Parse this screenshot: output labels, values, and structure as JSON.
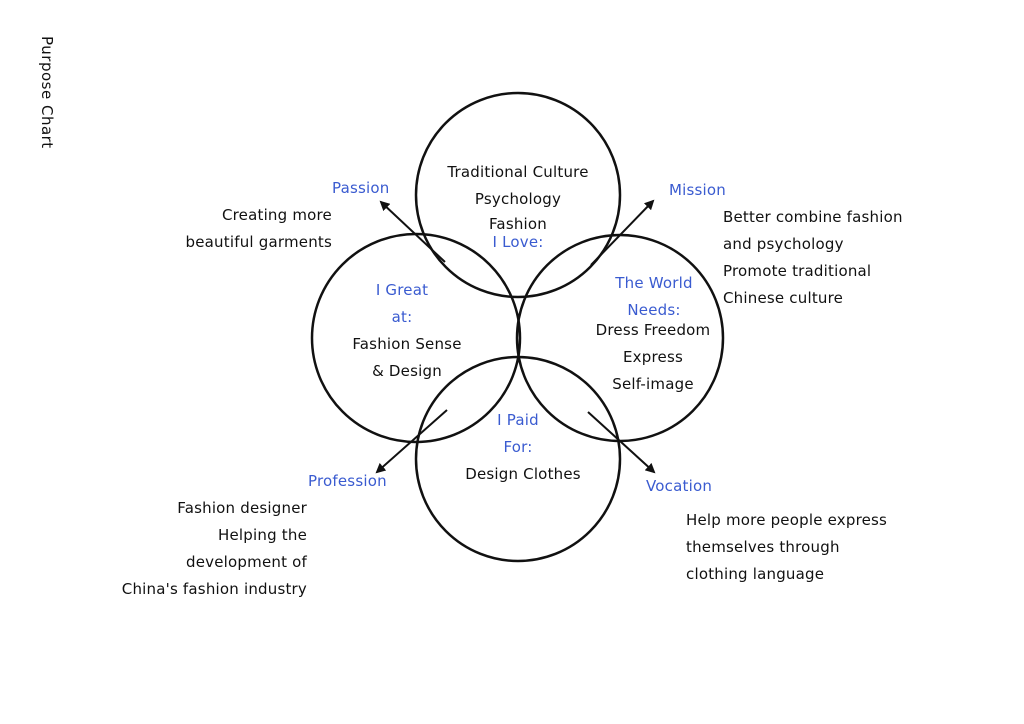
{
  "page_title": "Purpose Chart",
  "circles": {
    "love": {
      "header": "I Love:",
      "lines": [
        "Traditional Culture",
        "Psychology",
        "Fashion"
      ]
    },
    "great": {
      "header_lines": [
        "I Great",
        "at:"
      ],
      "lines": [
        "Fashion Sense",
        "& Design"
      ]
    },
    "needs": {
      "header_lines": [
        "The World",
        "Needs:"
      ],
      "lines": [
        "Dress Freedom",
        "Express",
        "Self-image"
      ]
    },
    "paid": {
      "header_lines": [
        "I Paid",
        "For:"
      ],
      "lines": [
        "Design Clothes"
      ]
    }
  },
  "quadrants": {
    "passion": {
      "label": "Passion",
      "lines": [
        "Creating more",
        "beautiful garments"
      ]
    },
    "mission": {
      "label": "Mission",
      "lines": [
        "Better combine fashion",
        "and psychology",
        "Promote traditional",
        "Chinese culture"
      ]
    },
    "profession": {
      "label": "Profession",
      "lines": [
        "Fashion designer",
        "Helping the",
        "development of",
        "China's fashion industry"
      ]
    },
    "vocation": {
      "label": "Vocation",
      "lines": [
        "Help more people express",
        "themselves through",
        "clothing language"
      ]
    }
  },
  "colors": {
    "label_blue": "#3a5bd0",
    "ink": "#111111"
  }
}
